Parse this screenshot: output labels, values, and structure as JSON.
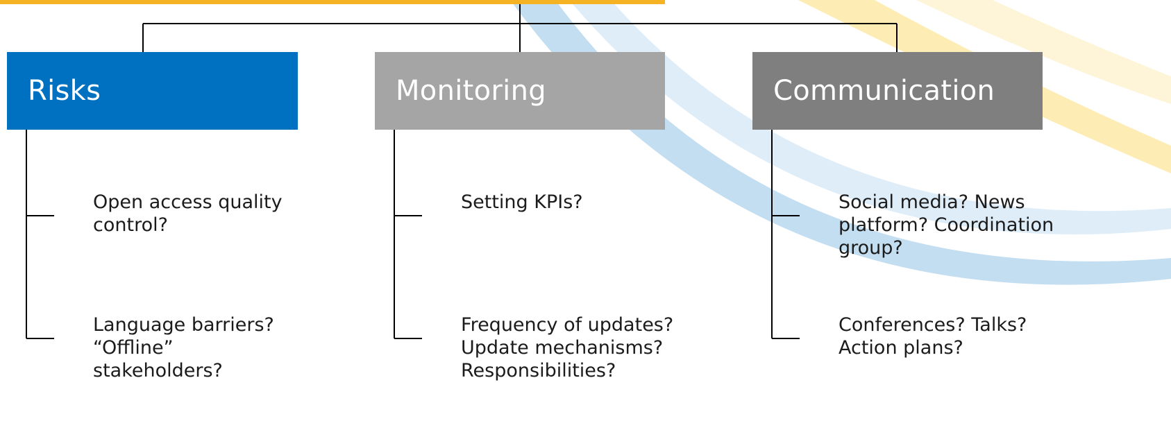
{
  "colors": {
    "risks": "#0070c0",
    "monitoring": "#a5a5a5",
    "communication": "#7f7f7f",
    "top_bar": "#f5b324",
    "arc_blue": "#b9d8ef",
    "arc_yellow": "#fde9a6",
    "connector": "#000000"
  },
  "columns": [
    {
      "label": "Risks",
      "items": [
        {
          "text": "Open access quality\ncontrol?"
        },
        {
          "text": "Language barriers?\n“Offline”\nstakeholders?"
        }
      ]
    },
    {
      "label": "Monitoring",
      "items": [
        {
          "text": "Setting KPIs?"
        },
        {
          "text": "Frequency of updates?\nUpdate mechanisms?\nResponsibilities?"
        }
      ]
    },
    {
      "label": "Communication",
      "items": [
        {
          "text": "Social media? News\nplatform? Coordination\ngroup?"
        },
        {
          "text": "Conferences? Talks?\nAction plans?"
        }
      ]
    }
  ]
}
